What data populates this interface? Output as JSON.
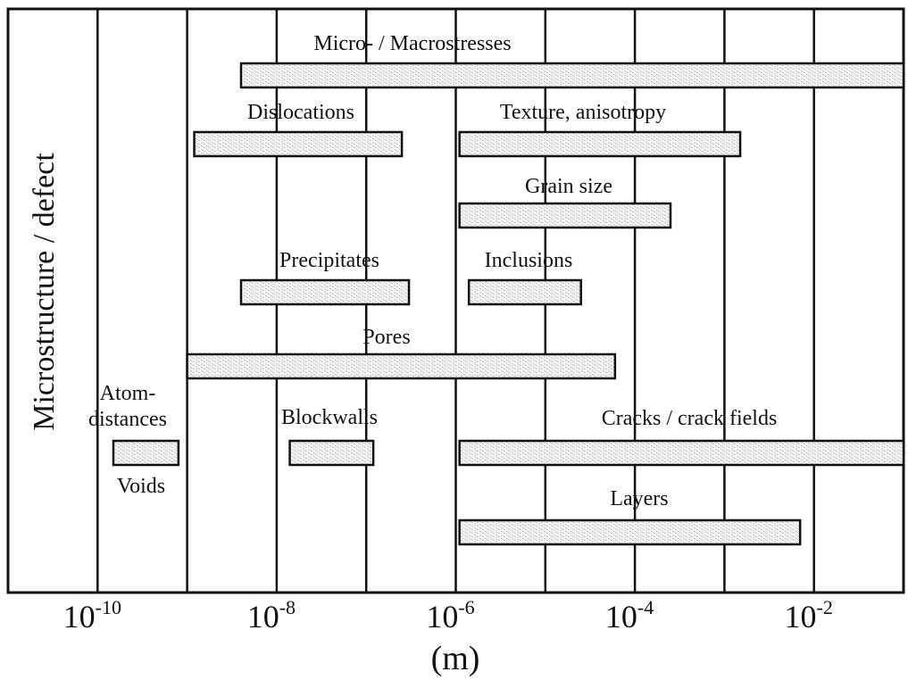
{
  "chart_data": {
    "type": "range-bar",
    "ylabel": "Microstructure / defect",
    "xlabel": "(m)",
    "x_scale": "log10",
    "xlim": [
      1e-11,
      0.1
    ],
    "grid": true,
    "x_ticks": [
      {
        "base": "10",
        "exp": "-10",
        "value": 1e-10
      },
      {
        "base": "10",
        "exp": "-8",
        "value": 1e-08
      },
      {
        "base": "10",
        "exp": "-6",
        "value": 1e-06
      },
      {
        "base": "10",
        "exp": "-4",
        "value": 0.0001
      },
      {
        "base": "10",
        "exp": "-2",
        "value": 0.01
      }
    ],
    "series": [
      {
        "label": "Micro- / Macrostresses",
        "start": 4e-09,
        "end": 0.1
      },
      {
        "label": "Dislocations",
        "start": 1.2e-09,
        "end": 2.5e-07
      },
      {
        "label": "Texture, anisotropy",
        "start": 1.1e-06,
        "end": 0.0015
      },
      {
        "label": "Grain size",
        "start": 1.1e-06,
        "end": 0.00025
      },
      {
        "label": "Precipitates",
        "start": 4e-09,
        "end": 3e-07
      },
      {
        "label": "Inclusions",
        "start": 1.4e-06,
        "end": 2.5e-05
      },
      {
        "label": "Pores",
        "start": 1e-09,
        "end": 6e-05
      },
      {
        "label": "Atom-distances",
        "start": 1.5e-10,
        "end": 8e-10
      },
      {
        "label": "Voids",
        "start": 1.5e-10,
        "end": 8e-10
      },
      {
        "label": "Blockwalls",
        "start": 1.4e-08,
        "end": 1.2e-07
      },
      {
        "label": "Cracks / crack fields",
        "start": 1.1e-06,
        "end": 0.1
      },
      {
        "label": "Layers",
        "start": 1.1e-06,
        "end": 0.007
      }
    ]
  }
}
